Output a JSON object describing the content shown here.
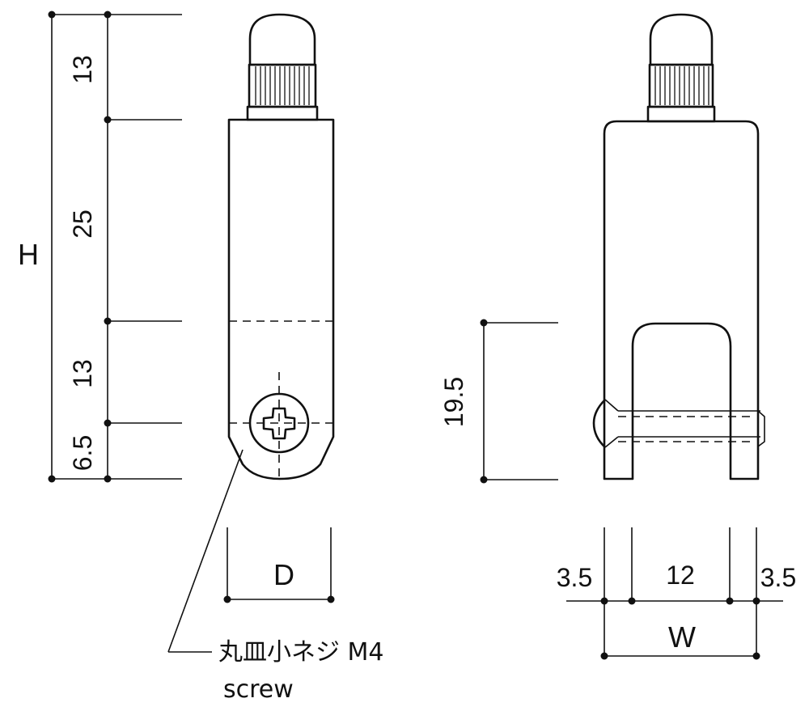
{
  "dimensions": {
    "overall_height": "H",
    "cap_height": "13",
    "upper_body": "25",
    "lower_body": "13",
    "bottom_offset": "6.5",
    "diameter": "D",
    "slot_height": "19.5",
    "wall_left": "3.5",
    "slot_width": "12",
    "wall_right": "3.5",
    "overall_width": "W"
  },
  "callout": {
    "japanese": "丸皿小ネジ M4",
    "english": "screw"
  }
}
